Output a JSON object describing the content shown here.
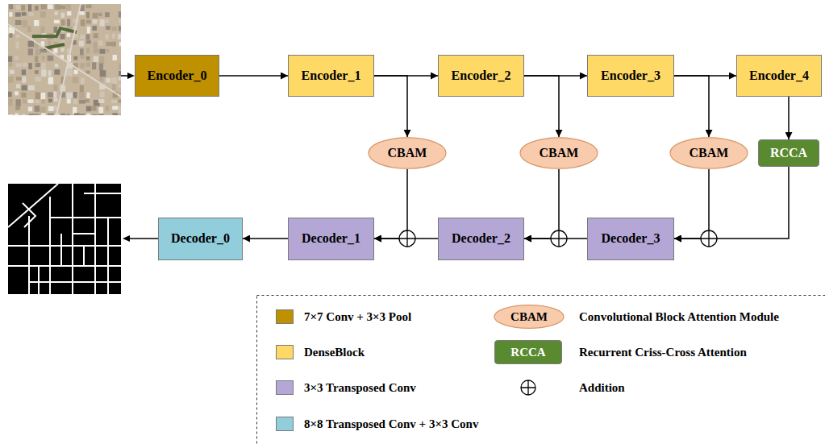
{
  "diagram": {
    "nodes": [
      {
        "text": [
          "Encoder_0"
        ]
      },
      {
        "text": [
          "Encoder_1"
        ]
      },
      {
        "text": [
          "Encoder_2"
        ]
      },
      {
        "text": [
          "Encoder_3"
        ]
      },
      {
        "text": [
          "Encoder_4"
        ]
      },
      {
        "text": [
          "CBAM"
        ]
      },
      {
        "text": [
          "CBAM"
        ]
      },
      {
        "text": [
          "CBAM"
        ]
      },
      {
        "text": [
          "RCCA"
        ]
      },
      {
        "text": [
          "Decoder_0"
        ]
      },
      {
        "text": [
          "Decoder_1"
        ]
      },
      {
        "text": [
          "Decoder_2"
        ]
      },
      {
        "text": [
          "Decoder_3"
        ]
      }
    ],
    "edges": [
      {
        "from": 0,
        "to": 1,
        "arrow": "to"
      },
      {
        "from": 1,
        "to": 2,
        "arrow": "to"
      },
      {
        "from": 2,
        "to": 3,
        "arrow": "to"
      },
      {
        "from": 3,
        "to": 4,
        "arrow": "to"
      },
      {
        "from": 1,
        "to": 5,
        "arrow": "to"
      },
      {
        "from": 2,
        "to": 6,
        "arrow": "to"
      },
      {
        "from": 3,
        "to": 7,
        "arrow": "to"
      },
      {
        "from": 4,
        "to": 8,
        "arrow": "to"
      },
      {
        "from": 8,
        "to": 12,
        "arrow": "to"
      },
      {
        "from": 7,
        "to": 12,
        "arrow": "to"
      },
      {
        "from": 12,
        "to": 11,
        "arrow": "to"
      },
      {
        "from": 6,
        "to": 11,
        "arrow": "to"
      },
      {
        "from": 11,
        "to": 10,
        "arrow": "to"
      },
      {
        "from": 5,
        "to": 10,
        "arrow": "to"
      },
      {
        "from": 10,
        "to": 9,
        "arrow": "to"
      }
    ],
    "labels": [
      "CBAM",
      "RCCA"
    ],
    "legend": [
      {
        "text": "7×7 Conv + 3×3 Pool",
        "color": "#BF9000"
      },
      {
        "text": "Convolutional Block Attention Module",
        "color": "#F8CBAD"
      },
      {
        "text": "DenseBlock",
        "color": "#FFD966"
      },
      {
        "text": "Recurrent Criss-Cross Attention",
        "color": "#5A8A2F"
      },
      {
        "text": "3×3 Transposed Conv",
        "color": "#B4A7D6"
      },
      {
        "text": "Addition"
      },
      {
        "text": "8×8 Transposed Conv + 3×3 Conv",
        "color": "#92CDDC"
      }
    ]
  }
}
